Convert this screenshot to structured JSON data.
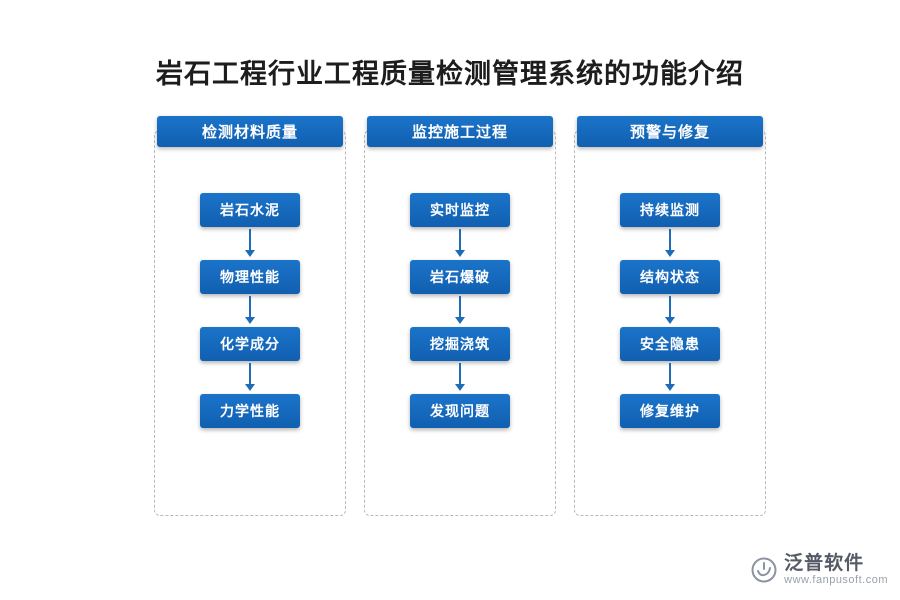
{
  "title": "岩石工程行业工程质量检测管理系统的功能介绍",
  "columns": [
    {
      "header": "检测材料质量",
      "items": [
        "岩石水泥",
        "物理性能",
        "化学成分",
        "力学性能"
      ]
    },
    {
      "header": "监控施工过程",
      "items": [
        "实时监控",
        "岩石爆破",
        "挖掘浇筑",
        "发现问题"
      ]
    },
    {
      "header": "预警与修复",
      "items": [
        "持续监测",
        "结构状态",
        "安全隐患",
        "修复维护"
      ]
    }
  ],
  "brand": {
    "name": "泛普软件",
    "url": "www.fanpusoft.com"
  },
  "colors": {
    "accent": "#1567c2",
    "arrow": "#1e6bb8",
    "dashed_border": "#b9b9b9",
    "title_text": "#1d1d1d"
  }
}
